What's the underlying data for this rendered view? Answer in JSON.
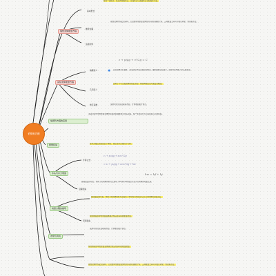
{
  "root": {
    "label": "伯努利方程"
  },
  "topics": [
    {
      "id": "t1",
      "label": "理想流体能量方程"
    },
    {
      "id": "t2",
      "label": "实际流体能量方程"
    },
    {
      "id": "t3",
      "label": "伯努利方程的应用"
    },
    {
      "id": "t4",
      "label": "能量损失"
    },
    {
      "id": "t5",
      "label": "水头与水力坡度"
    },
    {
      "id": "t6",
      "label": "动量方程的推导"
    },
    {
      "id": "t7",
      "label": "水泵与风机"
    }
  ],
  "subs": [
    "基本形式",
    "推导过程",
    "适用条件",
    "物理意义",
    "几何意义",
    "修正系数",
    "计算公式",
    "沿程损失",
    "局部损失"
  ],
  "notes": [
    {
      "id": "n1",
      "text": "在同一流线上，各点的位置水头、压强水头与流速水头之和保持不变。"
    },
    {
      "id": "n2",
      "text": "理想流体作恒定流动时，沿流线单位重量流体所具有的机械能守恒，三种能量之间可以相互转化，但总和不变。"
    },
    {
      "id": "n3",
      "text": "实际流体具有粘性，流动过程中需克服阻力做功，故机械能沿程减小，需在方程中加入水头损失项。"
    },
    {
      "id": "n4",
      "text": "适用于不可压缩流体的恒定流动，所取两断面须为渐变流断面。"
    },
    {
      "id": "n5",
      "text": "流动过程中单位重量流体所损失的机械能称为水头损失，按产生原因分为沿程损失与局部损失。"
    },
    {
      "id": "n6",
      "text": "总水头线沿流程总是下降的，测压管水头线可升可降。"
    },
    {
      "id": "n7",
      "text": "由动量定理导出，作用于控制体的外力之和等于单位时间内流出与流入控制体的动量之差。"
    },
    {
      "id": "n8",
      "text": "泵的扬程即单位重量液体通过泵后所获得的能量增量。"
    },
    {
      "id": "n9",
      "text": "运用时须注意选取基准面、计算断面和计算点。"
    }
  ],
  "formulas": [
    "z + p/ρg + v²/2g = C",
    "hw = hf + hj"
  ],
  "handwriting": [
    "z₁ + p₁/ρg + α₁v₁²/2g",
    "= z₂ + p₂/ρg + α₂v₂²/2g + hw"
  ],
  "colors": {
    "root": "#f07d22",
    "wire": "#1c1c1c",
    "highlight": "#fbf070",
    "red": "#f8d6d2",
    "green": "#dcefd0",
    "yellow": "#fbf07a",
    "mark": "#2f7de1"
  }
}
